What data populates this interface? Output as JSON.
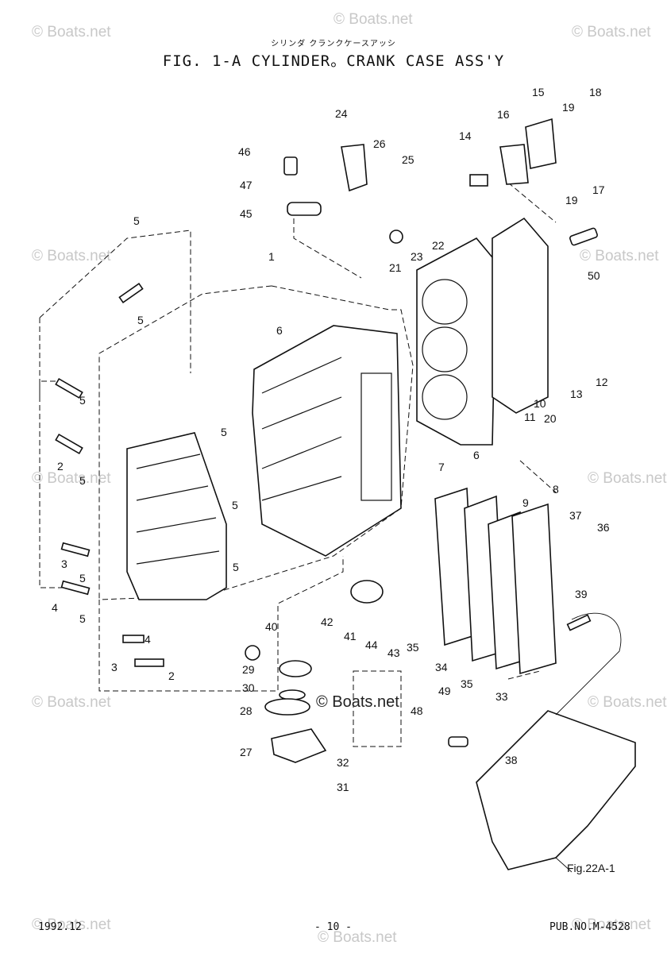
{
  "header": {
    "subtitle_jp": "シリンダ クランクケースアッシ",
    "title": "FIG.  1-A CYLINDER。CRANK CASE ASS'Y"
  },
  "footer": {
    "date": "1992.12",
    "page": "- 10 -",
    "pub": "PUB.NO.M-4528"
  },
  "watermark": {
    "text": "© Boats.net",
    "center_text": "© Boats.net"
  },
  "reference": {
    "fig_ref": "Fig.22A-1"
  },
  "callouts": [
    {
      "id": "c1",
      "label": "1"
    },
    {
      "id": "c2a",
      "label": "2"
    },
    {
      "id": "c2b",
      "label": "2"
    },
    {
      "id": "c3a",
      "label": "3"
    },
    {
      "id": "c3b",
      "label": "3"
    },
    {
      "id": "c4a",
      "label": "4"
    },
    {
      "id": "c4b",
      "label": "4"
    },
    {
      "id": "c5a",
      "label": "5"
    },
    {
      "id": "c5b",
      "label": "5"
    },
    {
      "id": "c5c",
      "label": "5"
    },
    {
      "id": "c5d",
      "label": "5"
    },
    {
      "id": "c5e",
      "label": "5"
    },
    {
      "id": "c5f",
      "label": "5"
    },
    {
      "id": "c5g",
      "label": "5"
    },
    {
      "id": "c5h",
      "label": "5"
    },
    {
      "id": "c5i",
      "label": "5"
    },
    {
      "id": "c6a",
      "label": "6"
    },
    {
      "id": "c6b",
      "label": "6"
    },
    {
      "id": "c7",
      "label": "7"
    },
    {
      "id": "c8",
      "label": "8"
    },
    {
      "id": "c9",
      "label": "9"
    },
    {
      "id": "c10",
      "label": "10"
    },
    {
      "id": "c11",
      "label": "11"
    },
    {
      "id": "c12",
      "label": "12"
    },
    {
      "id": "c13",
      "label": "13"
    },
    {
      "id": "c14",
      "label": "14"
    },
    {
      "id": "c15",
      "label": "15"
    },
    {
      "id": "c16",
      "label": "16"
    },
    {
      "id": "c17",
      "label": "17"
    },
    {
      "id": "c18",
      "label": "18"
    },
    {
      "id": "c19a",
      "label": "19"
    },
    {
      "id": "c19b",
      "label": "19"
    },
    {
      "id": "c20",
      "label": "20"
    },
    {
      "id": "c21",
      "label": "21"
    },
    {
      "id": "c22",
      "label": "22"
    },
    {
      "id": "c23",
      "label": "23"
    },
    {
      "id": "c24",
      "label": "24"
    },
    {
      "id": "c25",
      "label": "25"
    },
    {
      "id": "c26",
      "label": "26"
    },
    {
      "id": "c27",
      "label": "27"
    },
    {
      "id": "c28",
      "label": "28"
    },
    {
      "id": "c29",
      "label": "29"
    },
    {
      "id": "c30",
      "label": "30"
    },
    {
      "id": "c31",
      "label": "31"
    },
    {
      "id": "c32",
      "label": "32"
    },
    {
      "id": "c33",
      "label": "33"
    },
    {
      "id": "c34",
      "label": "34"
    },
    {
      "id": "c35a",
      "label": "35"
    },
    {
      "id": "c35b",
      "label": "35"
    },
    {
      "id": "c36",
      "label": "36"
    },
    {
      "id": "c37",
      "label": "37"
    },
    {
      "id": "c38",
      "label": "38"
    },
    {
      "id": "c39",
      "label": "39"
    },
    {
      "id": "c40",
      "label": "40"
    },
    {
      "id": "c41",
      "label": "41"
    },
    {
      "id": "c42",
      "label": "42"
    },
    {
      "id": "c43",
      "label": "43"
    },
    {
      "id": "c44",
      "label": "44"
    },
    {
      "id": "c45",
      "label": "45"
    },
    {
      "id": "c46",
      "label": "46"
    },
    {
      "id": "c47",
      "label": "47"
    },
    {
      "id": "c48",
      "label": "48"
    },
    {
      "id": "c49",
      "label": "49"
    },
    {
      "id": "c50",
      "label": "50"
    }
  ]
}
